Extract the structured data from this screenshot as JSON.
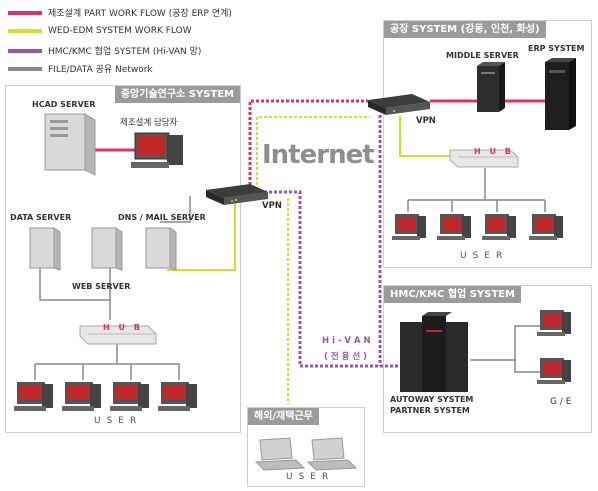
{
  "legend": [
    {
      "label": "제조설계 PART WORK FLOW (공장 ERP 연계)",
      "color": "#e0306a"
    },
    {
      "label": "WED-EDM SYSTEM WORK FLOW",
      "color": "#d8dc2a"
    },
    {
      "label": "HMC/KMC 협업 SYSTEM (Hi-VAN 망)",
      "color": "#9a54b0"
    },
    {
      "label": "FILE/DATA 공유 Network",
      "color": "#888888"
    }
  ],
  "groups": {
    "central": "중앙기술연구소 SYSTEM",
    "factory": "공장 SYSTEM (강동, 인천, 화성)",
    "hmc": "HMC/KMC 협업 SYSTEM",
    "remote": "해외/재택근무"
  },
  "labels": {
    "hcad_server": "HCAD SERVER",
    "designer": "제조설계 담당자",
    "data_server": "DATA SERVER",
    "dns_mail_server": "DNS / MAIL  SERVER",
    "web_server": "WEB SERVER",
    "hub": "H U B",
    "user": "USER",
    "vpn": "VPN",
    "internet": "Internet",
    "middle_server": "MIDDLE SERVER",
    "erp_system": "ERP SYSTEM",
    "hivan": "H i - V A N",
    "hivan_sub": "( 전 용 선 )",
    "autoway_line1": "AUTOWAY SYSTEM",
    "autoway_line2": "PARTNER  SYSTEM",
    "ge": "G / E"
  }
}
